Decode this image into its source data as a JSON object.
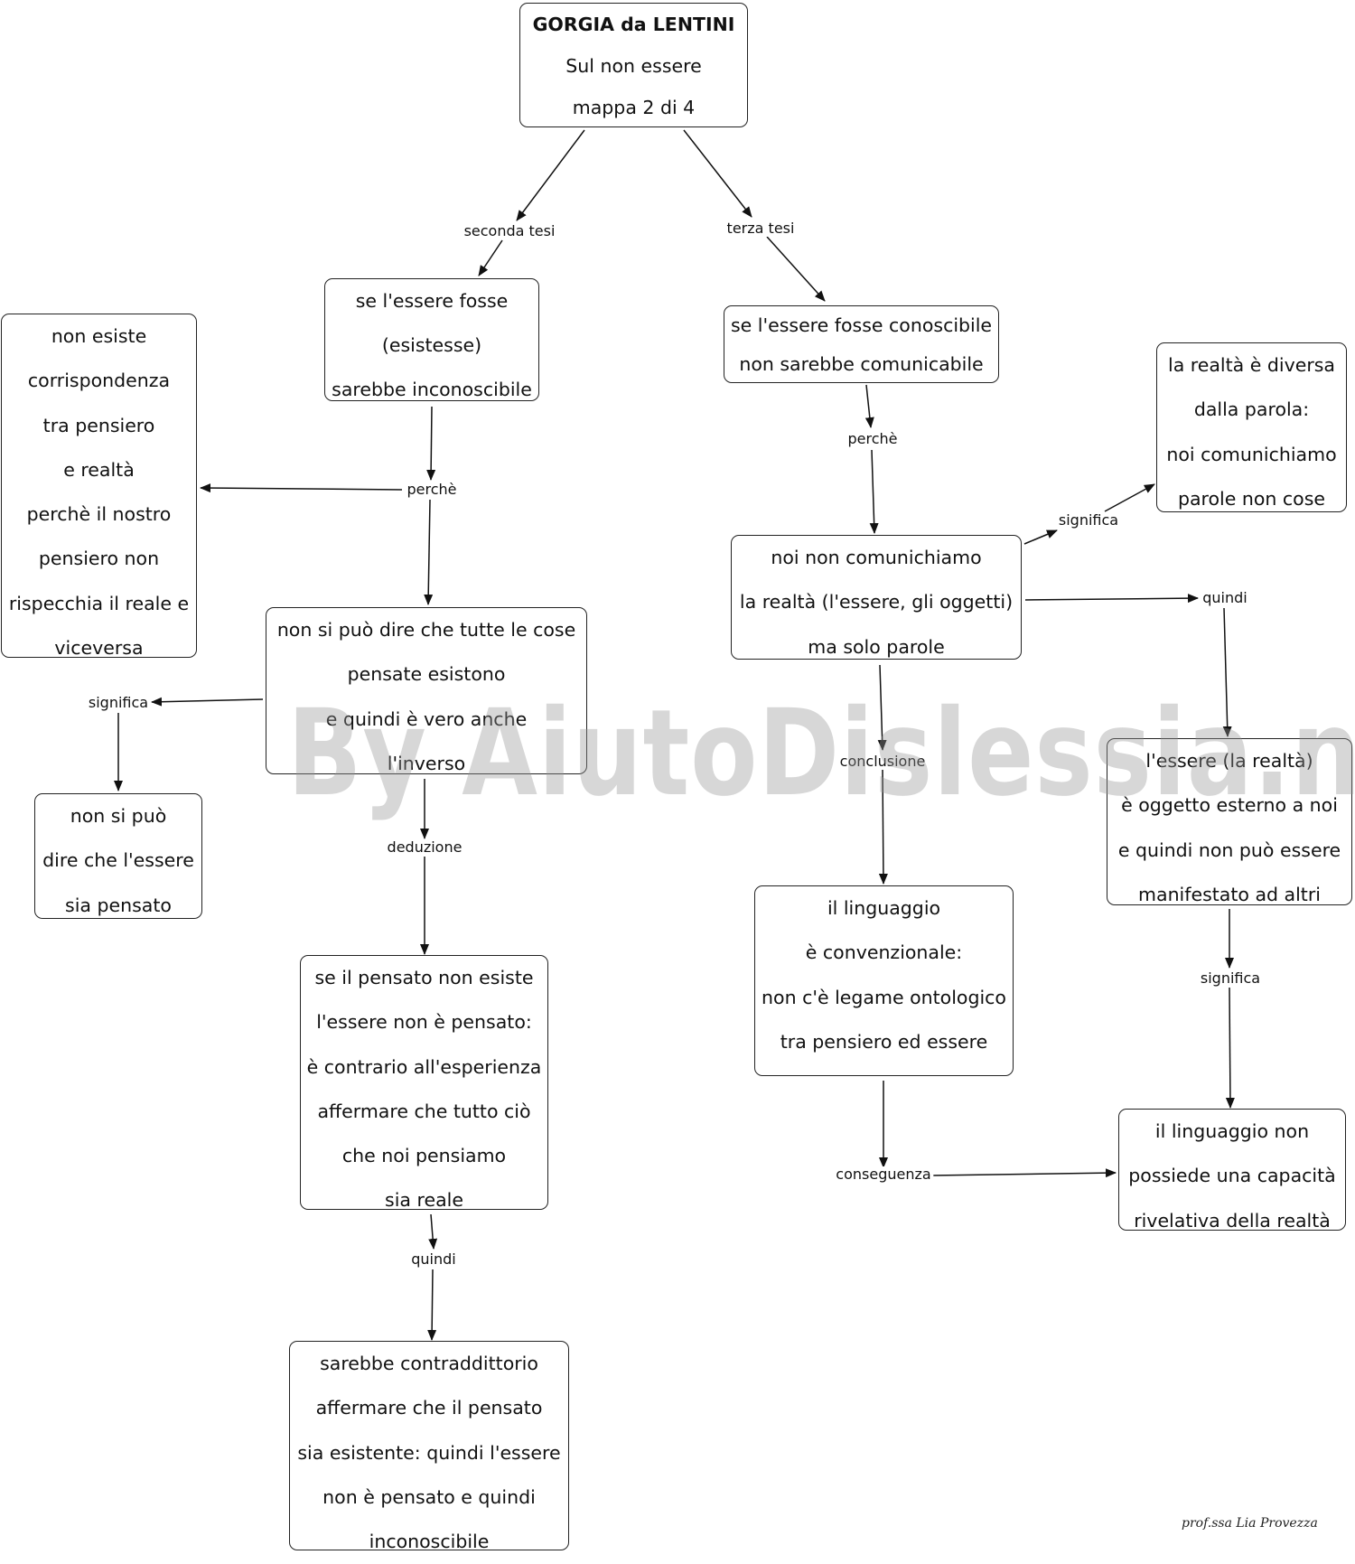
{
  "nodes": [
    {
      "id": "title",
      "lines": [
        "GORGIA da LENTINI",
        "Sul non essere",
        "mappa 2 di 4"
      ]
    },
    {
      "id": "n_fosse",
      "lines": [
        "se l'essere fosse",
        "(esistesse)",
        "sarebbe inconoscibile"
      ]
    },
    {
      "id": "n_conoscibile",
      "lines": [
        "se l'essere fosse conoscibile",
        "non sarebbe comunicabile"
      ]
    },
    {
      "id": "n_corrispondenza",
      "lines": [
        "non esiste",
        "corrispondenza",
        "tra pensiero",
        "e realtà",
        "perchè il nostro",
        "pensiero non",
        "rispecchia il reale e",
        "viceversa"
      ]
    },
    {
      "id": "n_realta_diversa",
      "lines": [
        "la realtà è diversa",
        "dalla parola:",
        "noi comunichiamo",
        "parole non cose"
      ]
    },
    {
      "id": "n_comunichiamo",
      "lines": [
        "noi non comunichiamo",
        "la realtà (l'essere, gli oggetti)",
        "ma solo parole"
      ]
    },
    {
      "id": "n_cose_pensate",
      "lines": [
        "non si può dire che tutte le cose",
        "pensate esistono",
        "e quindi è vero anche",
        "l'inverso"
      ]
    },
    {
      "id": "n_essere_pensato",
      "lines": [
        "non si può",
        "dire che l'essere",
        "sia pensato"
      ]
    },
    {
      "id": "n_esterno",
      "lines": [
        "l'essere (la realtà)",
        "è oggetto esterno a noi",
        "e quindi non può essere",
        "manifestato ad altri"
      ]
    },
    {
      "id": "n_convenzionale",
      "lines": [
        "il linguaggio",
        "è convenzionale:",
        "non c'è legame ontologico",
        "tra pensiero ed essere"
      ]
    },
    {
      "id": "n_pensato_non_esiste",
      "lines": [
        "se il pensato non esiste",
        "l'essere non è pensato:",
        "è contrario all'esperienza",
        "affermare che tutto ciò",
        "che noi pensiamo",
        "sia reale"
      ]
    },
    {
      "id": "n_rivelativa",
      "lines": [
        "il linguaggio non",
        "possiede una capacità",
        "rivelativa della realtà"
      ]
    },
    {
      "id": "n_contraddittorio",
      "lines": [
        "sarebbe contraddittorio",
        "affermare che il pensato",
        "sia esistente: quindi l'essere",
        "non è pensato e quindi",
        "inconoscibile"
      ]
    }
  ],
  "link_labels": {
    "seconda_tesi": "seconda tesi",
    "terza_tesi": "terza tesi",
    "perche_left": "perchè",
    "perche_right": "perchè",
    "significa_top": "significa",
    "quindi_right": "quindi",
    "significa_left": "significa",
    "conclusione": "conclusione",
    "deduzione": "deduzione",
    "significa_right": "significa",
    "conseguenza": "conseguenza",
    "quindi_bottom": "quindi"
  },
  "watermark": "By AiutoDislessia.net",
  "signature": "prof.ssa Lia Provezza",
  "colors": {
    "line": "#111111",
    "border": "#222222",
    "watermark": "#969696"
  }
}
